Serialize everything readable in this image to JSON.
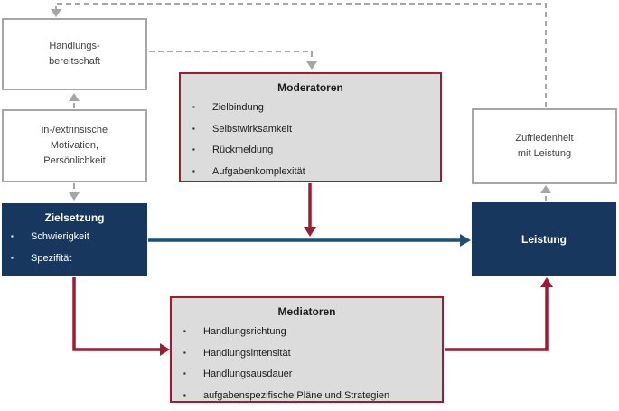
{
  "icons": {
    "bullet": "▪"
  },
  "colors": {
    "navy_box": "#17375e",
    "dark_red": "#9e1b32",
    "blue_arrow": "#1f4e79",
    "gray_line": "#a6a6a6",
    "panel_fill": "#dcdcdc"
  },
  "boxes": {
    "handlungsbereitschaft": {
      "label": "Handlungs-\nbereitschaft"
    },
    "motivation": {
      "label": "in-/extrinsische\nMotivation,\nPersönlichkeit"
    },
    "zielsetzung": {
      "title": "Zielsetzung",
      "items": [
        "Schwierigkeit",
        "Spezifität"
      ]
    },
    "moderatoren": {
      "title": "Moderatoren",
      "items": [
        "Zielbindung",
        "Selbstwirksamkeit",
        "Rückmeldung",
        "Aufgabenkomplexität"
      ]
    },
    "mediatoren": {
      "title": "Mediatoren",
      "items": [
        "Handlungsrichtung",
        "Handlungsintensität",
        "Handlungsausdauer",
        "aufgabenspezifische Pläne und Strategien"
      ]
    },
    "leistung": {
      "title": "Leistung"
    },
    "zufriedenheit": {
      "label": "Zufriedenheit\nmit Leistung"
    }
  }
}
